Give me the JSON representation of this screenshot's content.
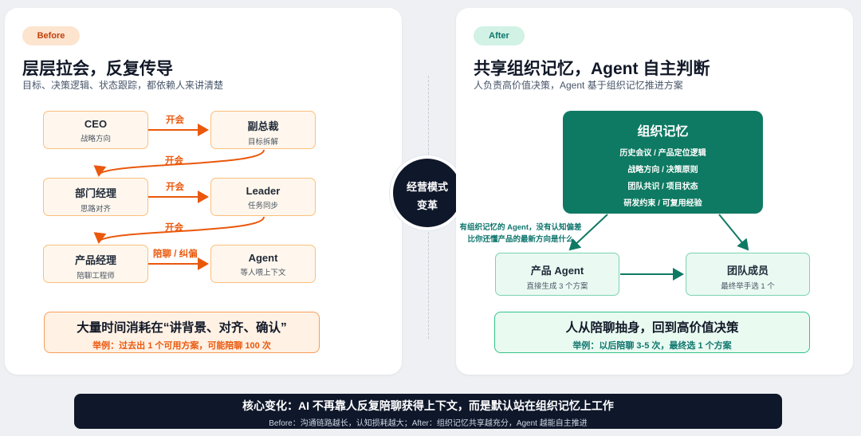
{
  "before": {
    "badge": "Before",
    "title": "层层拉会，反复传导",
    "subtitle": "目标、决策逻辑、状态跟踪，都依赖人来讲清楚",
    "nodes": {
      "ceo": {
        "title": "CEO",
        "sub": "战略方向"
      },
      "vp": {
        "title": "副总裁",
        "sub": "目标拆解"
      },
      "dept_manager": {
        "title": "部门经理",
        "sub": "思路对齐"
      },
      "leader": {
        "title": "Leader",
        "sub": "任务同步"
      },
      "product_manager": {
        "title": "产品经理",
        "sub": "陪聊工程师"
      },
      "agent": {
        "title": "Agent",
        "sub": "等人喂上下文"
      }
    },
    "edge_labels": {
      "ceo_vp": "开会",
      "vp_dept": "开会",
      "dept_leader": "开会",
      "leader_pm": "开会",
      "pm_agent": "陪聊 / 纠偏"
    },
    "callout": {
      "title": "大量时间消耗在“讲背景、对齐、确认”",
      "example": "举例：过去出 1 个可用方案，可能陪聊 100 次"
    }
  },
  "center": {
    "line1": "经营模式",
    "line2": "变革"
  },
  "after": {
    "badge": "After",
    "title": "共享组织记忆，Agent 自主判断",
    "subtitle": "人负责高价值决策，Agent 基于组织记忆推进方案",
    "memory": {
      "title": "组织记忆",
      "items": [
        "历史会议 / 产品定位逻辑",
        "战略方向 / 决策原则",
        "团队共识 / 项目状态",
        "研发约束 / 可复用经验"
      ]
    },
    "memory_note": {
      "line1": "有组织记忆的 Agent，没有认知偏差",
      "line2": "比你还懂产品的最新方向是什么"
    },
    "nodes": {
      "product_agent": {
        "title": "产品 Agent",
        "sub": "直接生成 3 个方案"
      },
      "team": {
        "title": "团队成员",
        "sub": "最终举手选 1 个"
      }
    },
    "callout": {
      "title": "人从陪聊抽身，回到高价值决策",
      "example": "举例：以后陪聊 3-5 次，最终选 1 个方案"
    }
  },
  "bottom": {
    "title": "核心变化：AI 不再靠人反复陪聊获得上下文，而是默认站在组织记忆上工作",
    "sub": "Before：沟通链路越长，认知损耗越大；After：组织记忆共享越充分，Agent 越能自主推进"
  },
  "colors": {
    "before_accent": "#ea580c",
    "after_accent": "#0f7a63",
    "dark": "#0f172a"
  }
}
